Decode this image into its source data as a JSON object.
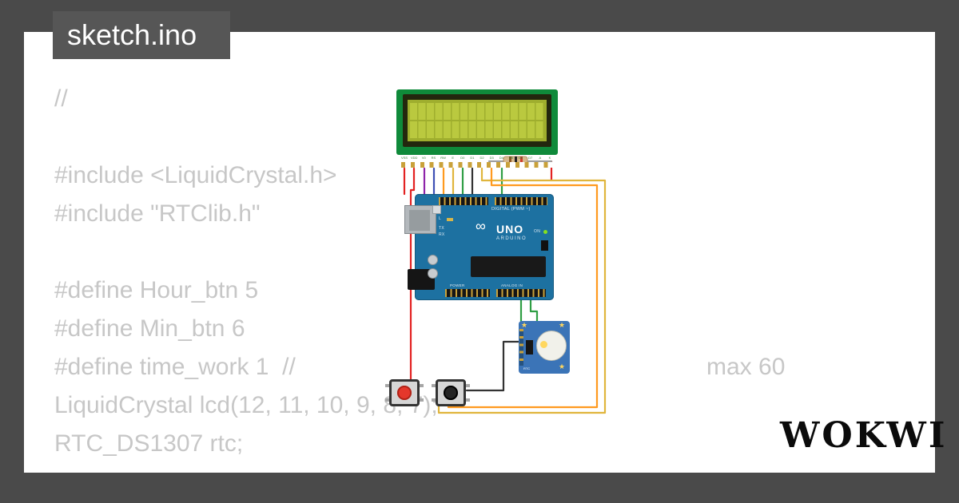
{
  "frame": {
    "tab_label": "sketch.ino"
  },
  "code": {
    "lines": [
      "//",
      "",
      "#include <LiquidCrystal.h>",
      "#include \"RTClib.h\"",
      "",
      "#define Hour_btn 5",
      "#define Min_btn 6",
      "#define time_work 1  //",
      "LiquidCrystal lcd(12, 11, 10, 9, 8, 7);",
      "RTC_DS1307 rtc;"
    ],
    "floating_comment": "max 60"
  },
  "diagram": {
    "lcd": {
      "pins": [
        "VSS",
        "VDD",
        "V0",
        "RS",
        "RW",
        "E",
        "D0",
        "D1",
        "D2",
        "D3",
        "D4",
        "D5",
        "D6",
        "D7",
        "A",
        "K"
      ]
    },
    "arduino": {
      "digital_label": "DIGITAL (PWM ~)",
      "model": "UNO",
      "brand": "ARDUINO",
      "power_label": "POWER",
      "analog_label": "ANALOG IN",
      "on_label": "ON",
      "tx_label": "TX",
      "rx_label": "RX",
      "led_label": "L"
    },
    "rtc": {
      "label": "RTC"
    },
    "icons": {
      "arduino_logo": "∞",
      "star": "★"
    }
  },
  "logo": {
    "text": "WOKWI"
  },
  "colors": {
    "frame": "#4a4a4a",
    "tab": "#565656",
    "canvas": "#ffffff",
    "code_text": "#c7c7c7",
    "wire_red": "#e32222",
    "wire_orange": "#ff9a1f",
    "wire_yellow": "#e0b53c",
    "wire_green": "#2f9e44",
    "wire_purple": "#8e24aa",
    "wire_blue": "#3f51b5",
    "wire_black": "#333333",
    "arduino_pcb": "#1d71a1",
    "lcd_pcb": "#0f8a3a",
    "lcd_screen": "#9fae2e",
    "rtc_pcb": "#3b74b7",
    "button_red": "#e5372b",
    "button_black": "#242424"
  }
}
